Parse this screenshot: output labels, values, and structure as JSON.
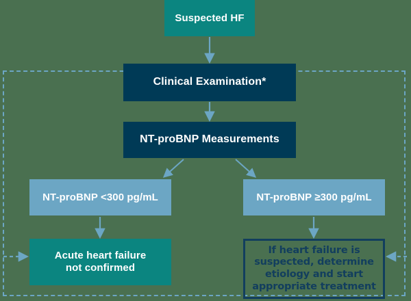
{
  "diagram": {
    "title": "Suspected HF NT-proBNP diagnostic algorithm",
    "background_color": "#4a7050",
    "region": {
      "name": "dashed-algorithm-region",
      "border_style": "dashed",
      "border_color": "#6ca6c4"
    },
    "colors": {
      "teal": "#0b8580",
      "navy": "#003a56",
      "light_blue": "#6ca6c4",
      "outline_navy": "#123e5e",
      "text_light": "#ffffff"
    },
    "nodes": {
      "suspected": {
        "label": "Suspected HF",
        "color": "#0b8580"
      },
      "clinical": {
        "label": "Clinical Examination*",
        "color": "#003a56"
      },
      "measurements": {
        "label": "NT-proBNP Measurements",
        "color": "#003a56"
      },
      "low_threshold": {
        "label": "NT-proBNP <300 pg/mL",
        "color": "#6ca6c4"
      },
      "high_threshold": {
        "label": "NT-proBNP ≥300 pg/mL",
        "color": "#6ca6c4"
      },
      "not_confirmed": {
        "line1": "Acute heart failure",
        "line2": "not confirmed",
        "color": "#0b8580"
      },
      "determine": {
        "line1": "If heart failure is",
        "line2": "suspected, determine",
        "line3": "etiology and start",
        "line4": "appropriate treatment",
        "color": "#123e5e"
      }
    },
    "connectors": [
      {
        "name": "suspected-to-clinical",
        "from": "suspected",
        "to": "clinical",
        "style": "solid",
        "direction": "down"
      },
      {
        "name": "clinical-to-measurements",
        "from": "clinical",
        "to": "measurements",
        "style": "solid",
        "direction": "down"
      },
      {
        "name": "measurements-to-low",
        "from": "measurements",
        "to": "low_threshold",
        "style": "solid",
        "direction": "down-left"
      },
      {
        "name": "measurements-to-high",
        "from": "measurements",
        "to": "high_threshold",
        "style": "solid",
        "direction": "down-right"
      },
      {
        "name": "low-to-not-confirmed",
        "from": "low_threshold",
        "to": "not_confirmed",
        "style": "solid",
        "direction": "down"
      },
      {
        "name": "high-to-determine",
        "from": "high_threshold",
        "to": "determine",
        "style": "solid",
        "direction": "down"
      },
      {
        "name": "region-to-not-confirmed",
        "from": "dashed-region-left",
        "to": "not_confirmed",
        "style": "dashed",
        "direction": "right"
      },
      {
        "name": "region-to-determine",
        "from": "dashed-region-right",
        "to": "determine",
        "style": "dashed",
        "direction": "left"
      }
    ]
  }
}
